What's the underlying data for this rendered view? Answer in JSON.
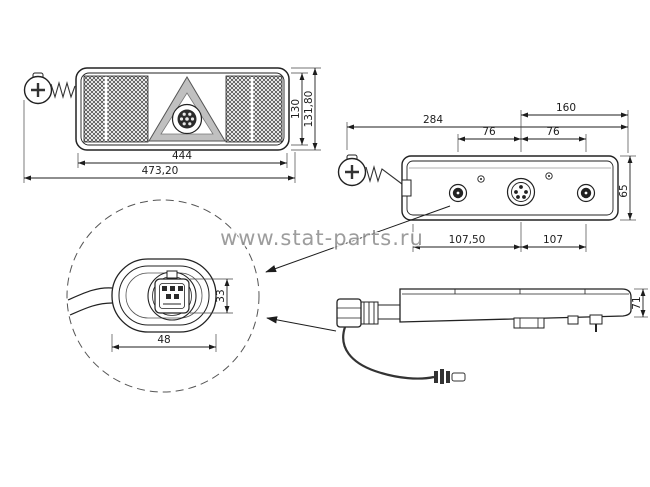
{
  "watermark": {
    "text": "www.stat-parts.ru"
  },
  "dimensions": {
    "front": {
      "lamp_width": "444",
      "overall_width": "473,20",
      "lamp_height": "130",
      "overall_height": "131,80"
    },
    "rear": {
      "overall_width": "284",
      "right_section": "160",
      "pitch_left": "76",
      "pitch_right": "76",
      "height": "65",
      "hole_left": "107,50",
      "hole_right": "107"
    },
    "detail": {
      "width": "48",
      "height": "33"
    },
    "side": {
      "depth": "71"
    }
  }
}
